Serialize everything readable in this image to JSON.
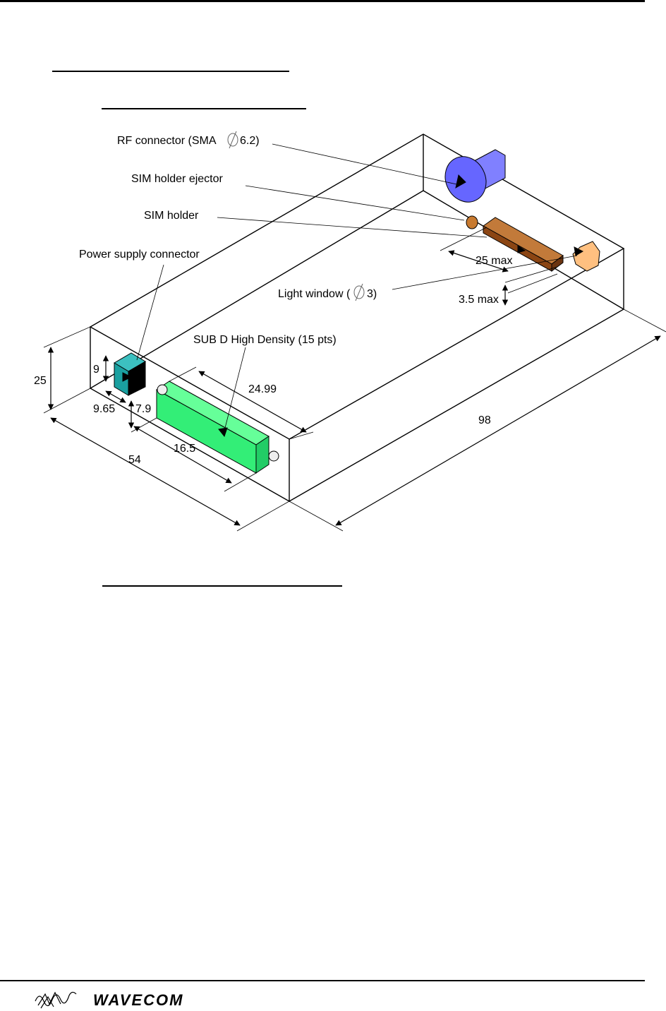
{
  "labels": {
    "rf_connector": "RF connector (SMA",
    "rf_connector_dim": "6.2)",
    "sim_ejector": "SIM holder ejector",
    "sim_holder": "SIM holder",
    "power_connector": "Power supply connector",
    "light_window": "Light window (",
    "light_window_dim": "3)",
    "subd": "SUB D High Density (15 pts)"
  },
  "dimensions": {
    "height": "25",
    "sim_length": "25 max",
    "sim_depth": "3.5 max",
    "power_height": "9",
    "power_width": "9.65",
    "power_offset": "7.9",
    "subd_length": "24.99",
    "subd_height": "16.5",
    "width": "54",
    "length": "98"
  },
  "footer": {
    "brand": "WAVECOM"
  }
}
